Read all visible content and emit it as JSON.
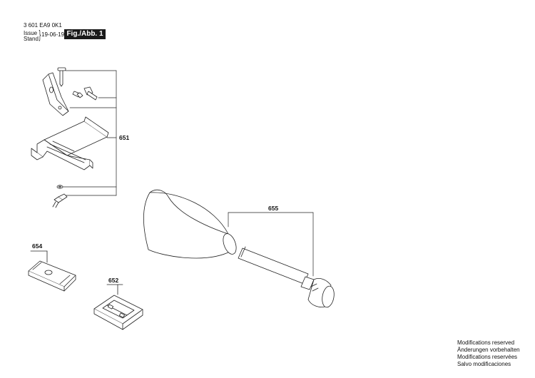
{
  "header": {
    "document_number": "3 601 EA9 0K1",
    "issue_label": "Issue",
    "stand_label": "Stand",
    "date": "19-06-19",
    "figure_label": "Fig./Abb. 1"
  },
  "parts": {
    "p651": "651",
    "p654": "654",
    "p652": "652",
    "p655": "655"
  },
  "footer": {
    "notes": [
      "Modifications reserved",
      "Änderungen vorbehalten",
      "Modifications reservées",
      "Salvo modificaciones"
    ]
  }
}
